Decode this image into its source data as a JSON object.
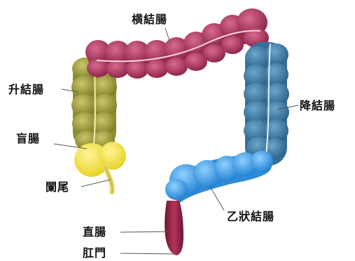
{
  "labels": {
    "transverse": "横結腸",
    "ascending": "升結腸",
    "descending": "降結腸",
    "cecum": "盲腸",
    "appendix": "闌尾",
    "sigmoid": "乙狀結腸",
    "rectum": "直腸",
    "anus": "肛門"
  },
  "colors": {
    "transverse": "#b03a63",
    "ascending": "#9b9a3c",
    "descending": "#3f7faa",
    "cecum": "#f4e64a",
    "sigmoid": "#3b9be0",
    "rectum": "#8e1f3c"
  }
}
